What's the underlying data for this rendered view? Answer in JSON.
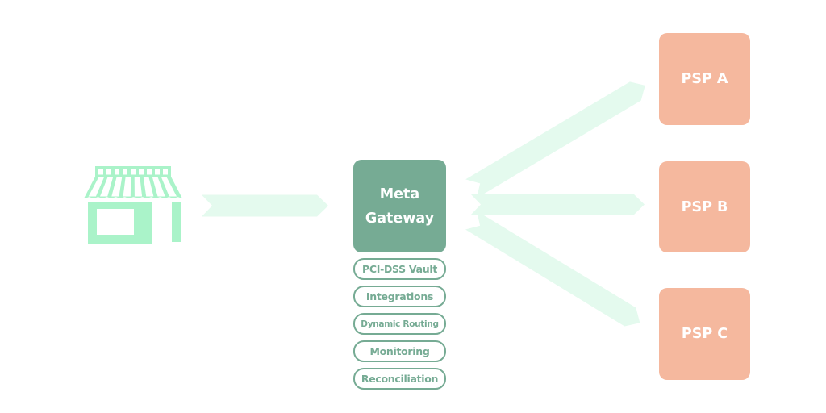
{
  "diagram": {
    "merchant": {
      "icon": "storefront"
    },
    "gateway": {
      "line1": "Meta",
      "line2": "Gateway"
    },
    "capabilities": [
      {
        "label": "PCI-DSS Vault"
      },
      {
        "label": "Integrations"
      },
      {
        "label": "Dynamic Routing"
      },
      {
        "label": "Monitoring"
      },
      {
        "label": "Reconciliation"
      }
    ],
    "psps": [
      {
        "label": "PSP A"
      },
      {
        "label": "PSP B"
      },
      {
        "label": "PSP C"
      }
    ],
    "colors": {
      "storefront_mint": "#aaf3c9",
      "arrow_mint": "#e4faee",
      "gateway_green": "#76ab94",
      "psp_salmon": "#f5b89e",
      "node_text": "#ffffff"
    }
  }
}
